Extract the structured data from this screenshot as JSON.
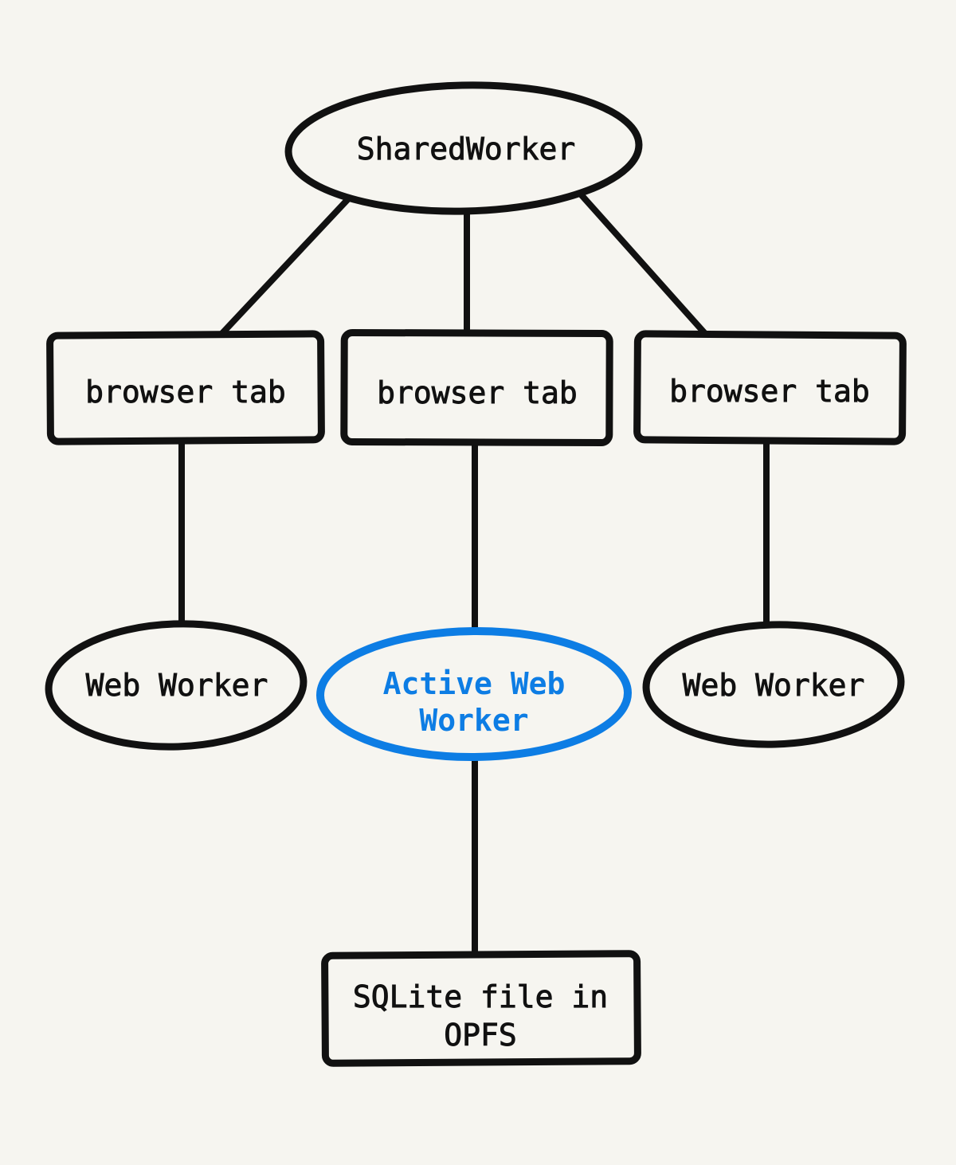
{
  "diagram": {
    "colors": {
      "background": "#f6f5f0",
      "ink": "#111111",
      "accent": "#0d7de4"
    },
    "nodes": {
      "shared_worker": {
        "shape": "ellipse",
        "label": "SharedWorker"
      },
      "tab_left": {
        "shape": "rect",
        "label": "browser tab"
      },
      "tab_center": {
        "shape": "rect",
        "label": "browser tab"
      },
      "tab_right": {
        "shape": "rect",
        "label": "browser tab"
      },
      "worker_left": {
        "shape": "ellipse",
        "label": "Web Worker"
      },
      "worker_active": {
        "shape": "ellipse",
        "label_line1": "Active Web",
        "label_line2": "Worker"
      },
      "worker_right": {
        "shape": "ellipse",
        "label": "Web Worker"
      },
      "sqlite_file": {
        "shape": "rect",
        "label_line1": "SQLite file in",
        "label_line2": "OPFS"
      }
    },
    "edges": [
      "shared_worker-tab_left",
      "shared_worker-tab_center",
      "shared_worker-tab_right",
      "tab_left-worker_left",
      "tab_center-worker_active",
      "tab_right-worker_right",
      "worker_active-sqlite_file"
    ]
  }
}
